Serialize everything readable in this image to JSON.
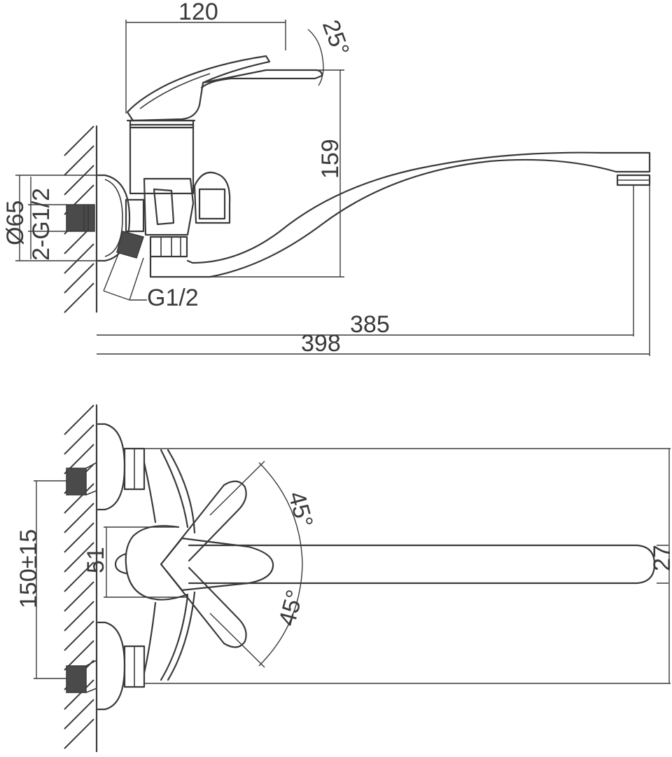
{
  "side_view": {
    "dims": {
      "handle_length": "120",
      "handle_angle": "25°",
      "height": "159",
      "flange_diameter": "Ø65",
      "inlet_thread": "2-G1/2",
      "outlet_thread": "G1/2",
      "spout_length": "385",
      "overall_length": "398"
    }
  },
  "top_view": {
    "dims": {
      "centers": "150±15",
      "body_width": "51",
      "spout_width": "27",
      "angle_upper": "45°",
      "angle_lower": "45°"
    }
  }
}
